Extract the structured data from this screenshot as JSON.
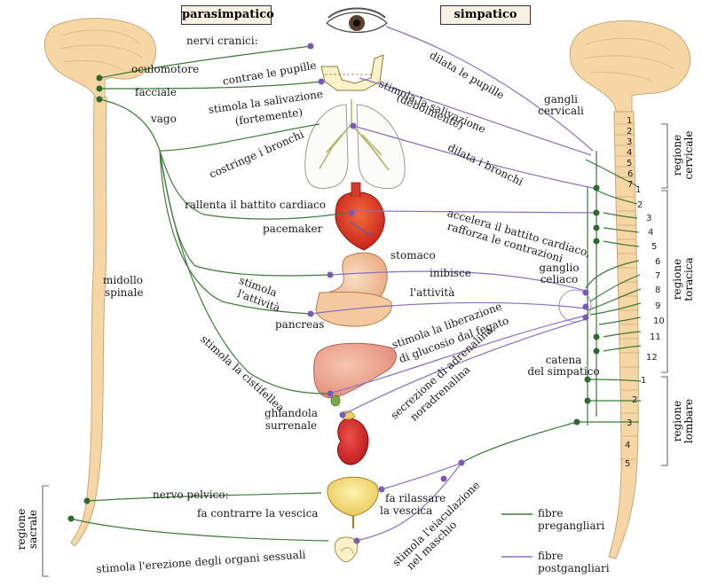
{
  "headers": {
    "left": "parasimpatico",
    "right": "simpatico"
  },
  "colors": {
    "preganglionic": "#3e7a3a",
    "postganglionic": "#8a6fc0",
    "spine": "#f6d6a4",
    "spine_stroke": "#c9a878"
  },
  "labels": {
    "cranial_nerves": "nervi cranici:",
    "oculomotor": "oculomotore",
    "facial": "facciale",
    "vagus": "vago",
    "contract_pupils": "contrae le pupille",
    "salivation_strong_1": "stimola la salivazione",
    "salivation_strong_2": "(fortemente)",
    "constrict_bronchi": "costringe i bronchi",
    "slow_heart": "rallenta il battito cardiaco",
    "pacemaker": "pacemaker",
    "stimulate": "stimola",
    "activity_left": "l'attività",
    "pancreas": "pancreas",
    "stomach": "stomaco",
    "stimulate_gallbladder": "stimola la cistifellea",
    "adrenal_1": "ghiandola",
    "adrenal_2": "surrenale",
    "pelvic_nerve": "nervo pelvico:",
    "contract_bladder": "fa contrarre la vescica",
    "erection": "stimola l'erezione degli organi sessuali",
    "spinal_cord_1": "midollo",
    "spinal_cord_2": "spinale",
    "dilate_pupils": "dilata le pupille",
    "salivation_weak_1": "stimola la salivazione",
    "salivation_weak_2": "(debolmente)",
    "dilate_bronchi": "dilata i bronchi",
    "accelerate_heart_1": "accelera il battito cardiaco,",
    "accelerate_heart_2": "rafforza le contrazioni",
    "inhibit": "inibisce",
    "activity_right": "l'attività",
    "glucose_1": "stimola la liberazione",
    "glucose_2": "di glucosio dal fegato",
    "adrenaline_1": "secrezione di adrenalina,",
    "adrenaline_2": "noradrenalina",
    "relax_bladder_1": "fa rilassare",
    "relax_bladder_2": "la vescica",
    "ejaculation_1": "stimola l'eiaculazione",
    "ejaculation_2": "nel maschio",
    "cervical_ganglia_1": "gangli",
    "cervical_ganglia_2": "cervicali",
    "celiac_ganglion_1": "ganglio",
    "celiac_ganglion_2": "celiaco",
    "chain_1": "catena",
    "chain_2": "del simpatico",
    "region_cervical_1": "regione",
    "region_cervical_2": "cervicale",
    "region_thoracic_1": "regione",
    "region_thoracic_2": "toracica",
    "region_lumbar_1": "regione",
    "region_lumbar_2": "lombare",
    "region_sacral_1": "regione",
    "region_sacral_2": "sacrale"
  },
  "legend": {
    "pre_1": "fibre",
    "pre_2": "pregangliari",
    "post_1": "fibre",
    "post_2": "postgangliari"
  },
  "vertebrae": {
    "cervical": [
      "1",
      "2",
      "3",
      "4",
      "5",
      "6",
      "7"
    ],
    "thoracic": [
      "1",
      "2",
      "3",
      "4",
      "5",
      "6",
      "7",
      "8",
      "9",
      "10",
      "11",
      "12"
    ],
    "lumbar": [
      "1",
      "2",
      "3",
      "4",
      "5"
    ]
  }
}
